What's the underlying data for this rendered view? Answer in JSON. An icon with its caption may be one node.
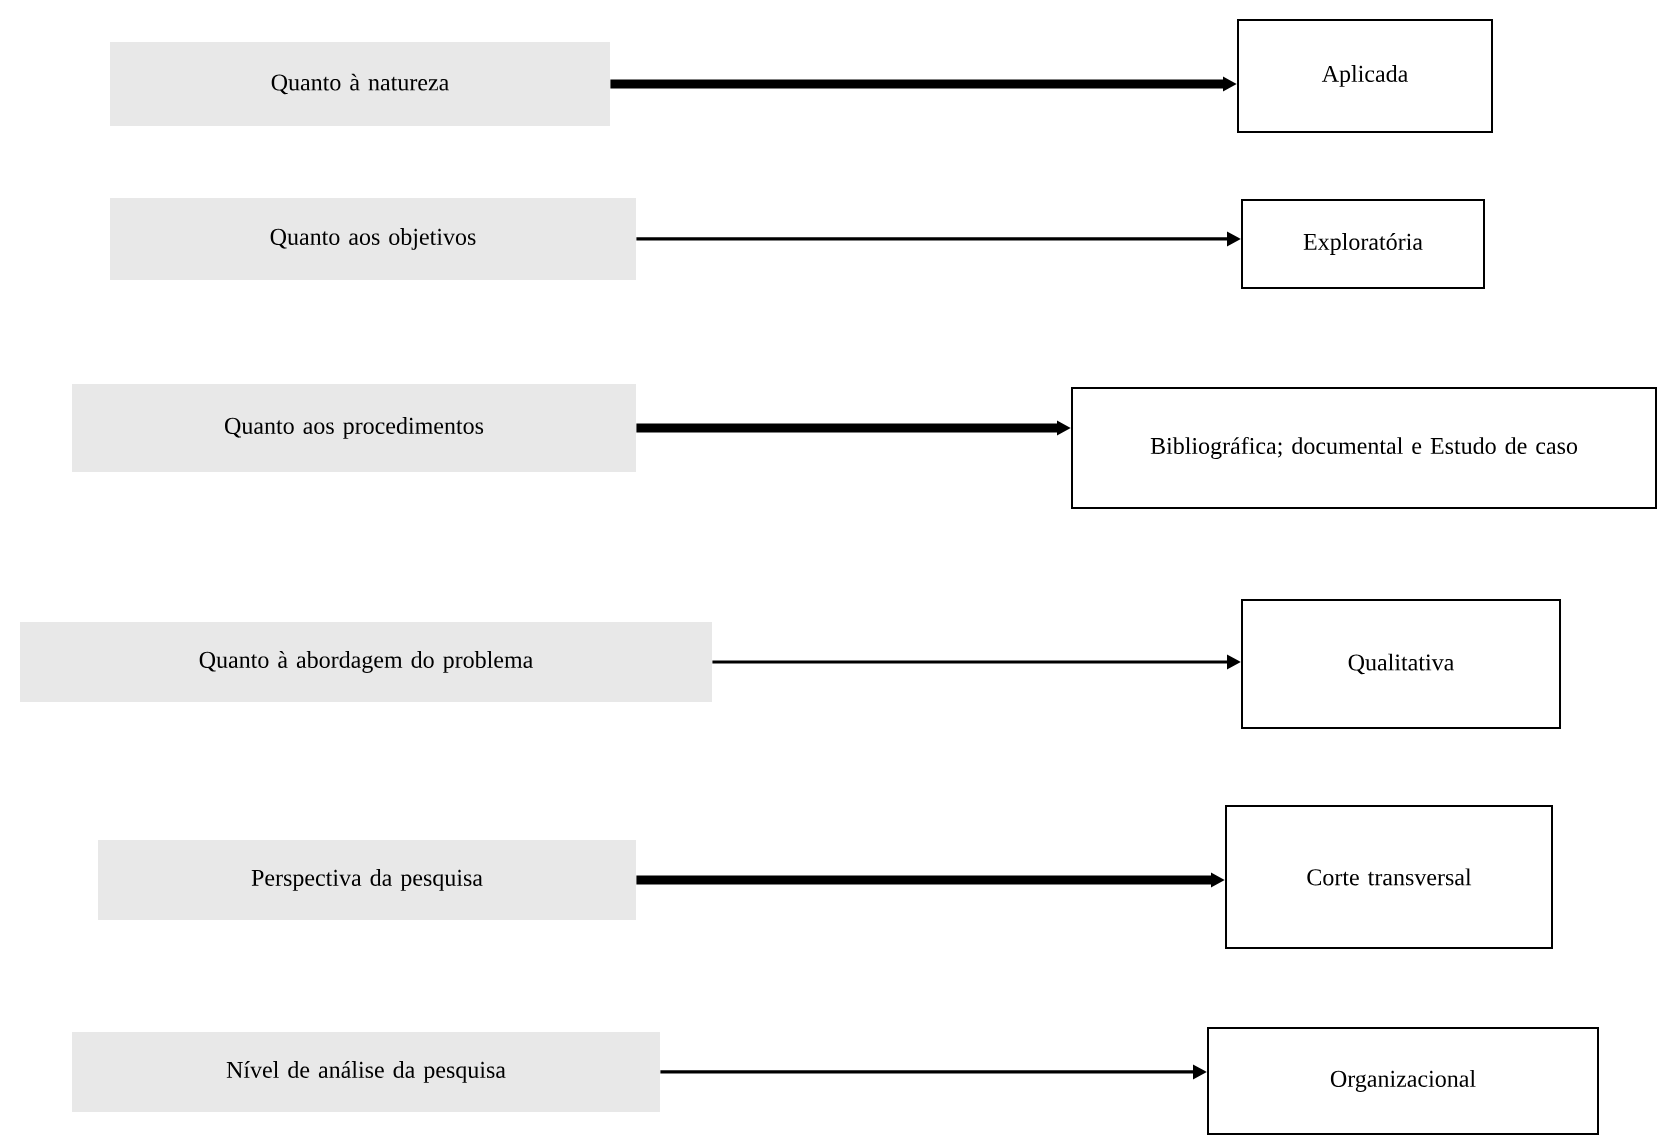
{
  "diagram": {
    "nodes": [
      {
        "text": [
          "Quanto à natureza"
        ]
      },
      {
        "text": [
          "Aplicada"
        ]
      },
      {
        "text": [
          "Quanto aos objetivos"
        ]
      },
      {
        "text": [
          "Exploratória"
        ]
      },
      {
        "text": [
          "Quanto aos procedimentos"
        ]
      },
      {
        "text": [
          "Bibliográfica; documental e Estudo de caso"
        ]
      },
      {
        "text": [
          "Quanto à abordagem do problema"
        ]
      },
      {
        "text": [
          "Qualitativa"
        ]
      },
      {
        "text": [
          "Perspectiva da pesquisa"
        ]
      },
      {
        "text": [
          "Corte transversal"
        ]
      },
      {
        "text": [
          "Nível de análise da pesquisa"
        ]
      },
      {
        "text": [
          "Organizacional"
        ]
      }
    ],
    "edges": [
      {
        "from": 0,
        "to": 1,
        "arrow": "to",
        "style": "thick"
      },
      {
        "from": 2,
        "to": 3,
        "arrow": "to"
      },
      {
        "from": 4,
        "to": 5,
        "arrow": "to",
        "style": "thick"
      },
      {
        "from": 6,
        "to": 7,
        "arrow": "to"
      },
      {
        "from": 8,
        "to": 9,
        "arrow": "to",
        "style": "thick"
      },
      {
        "from": 10,
        "to": 11,
        "arrow": "to"
      }
    ]
  }
}
